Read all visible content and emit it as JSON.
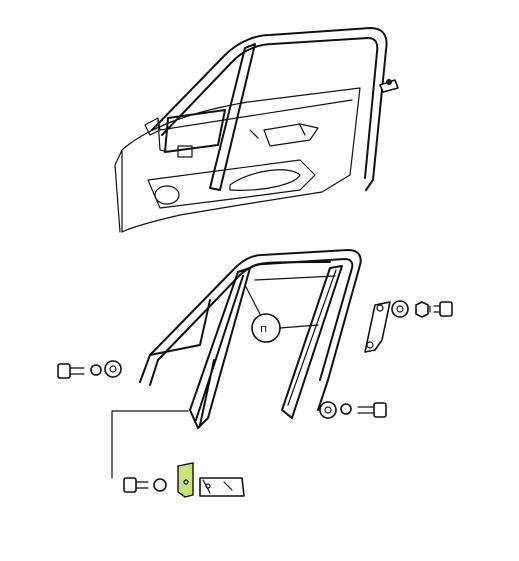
{
  "diagram": {
    "callout_symbol": "п",
    "colors": {
      "highlight": "#c9e27a",
      "line": "#111111",
      "background": "#ffffff"
    },
    "parts": [
      "door-shell",
      "door-frame-seal",
      "window-channel-seal",
      "clip",
      "window-guide-assembly",
      "mounting-plate",
      "cap-screw",
      "lock-washer",
      "flat-washer",
      "nut",
      "guide-bracket",
      "highlighted-clip"
    ]
  }
}
